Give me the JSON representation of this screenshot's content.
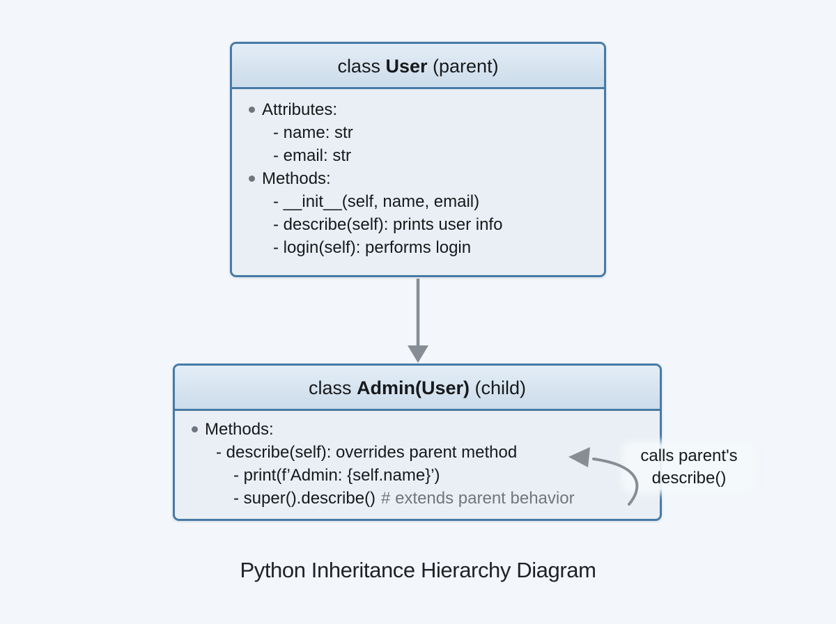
{
  "page": {
    "caption": "Python Inheritance Hierarchy Diagram"
  },
  "colors": {
    "page_background": "#f3f6fa",
    "box_border": "#477aa6",
    "header_top": "#e3edf6",
    "header_bottom": "#ccdcea",
    "body_background": "#e9eff4",
    "text": "#17191c",
    "comment": "#70767e",
    "arrow": "#868d94"
  },
  "parent_box": {
    "header": {
      "prefix": "class ",
      "class_name": "User",
      "suffix": " (parent)"
    },
    "lines": {
      "attributes_label": "Attributes:",
      "attr_name": "- name: str",
      "attr_email": "- email: str",
      "methods_label": "Methods:",
      "method_init": "- __init__(self, name, email)",
      "method_describe": "- describe(self): prints user info",
      "method_login": "- login(self): performs login"
    }
  },
  "child_box": {
    "header": {
      "prefix": "class ",
      "class_name": "Admin(User)",
      "suffix": " (child)"
    },
    "lines": {
      "methods_label": "Methods:",
      "method_describe": "- describe(self): overrides parent method",
      "print_line": "- print(f’Admin: {self.name}’)",
      "super_line": "- super().describe()",
      "super_comment": "# extends parent behavior"
    }
  },
  "annotation": {
    "line1": "calls parent's",
    "line2": "describe()"
  },
  "icons": {
    "inheritance_arrow": "down-arrow",
    "callback_arrow": "curved-left-arrow",
    "bullet": "filled-circle"
  }
}
